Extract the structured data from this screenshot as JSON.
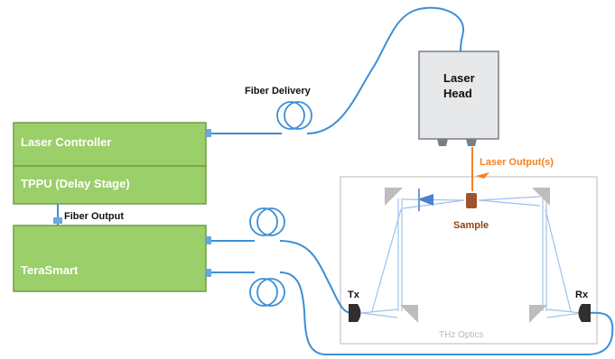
{
  "labels": {
    "fiber_delivery": "Fiber Delivery",
    "laser_head_line1": "Laser",
    "laser_head_line2": "Head",
    "laser_controller": "Laser Controller",
    "tppu": "TPPU (Delay Stage)",
    "fiber_output": "Fiber Output",
    "terasmart": "TeraSmart",
    "laser_output": "Laser Output(s)",
    "sample": "Sample",
    "tx": "Tx",
    "rx": "Rx",
    "thz_optics": "THz Optics"
  },
  "colors": {
    "box_fill": "#9bcf6a",
    "box_stroke": "#6f9e45",
    "fiber": "#3a8fd8",
    "beam": "#9fc0ec",
    "laser_head_fill": "#e6e8ea",
    "orange": "#f58220",
    "sample": "#a0522d",
    "mirror": "#bdbdbd",
    "optics_frame": "#d0d0d0"
  },
  "icons": {
    "coil": "fiber-coil-icon",
    "mirror": "mirror-icon",
    "antenna": "antenna-icon",
    "lens": "lens-icon"
  }
}
